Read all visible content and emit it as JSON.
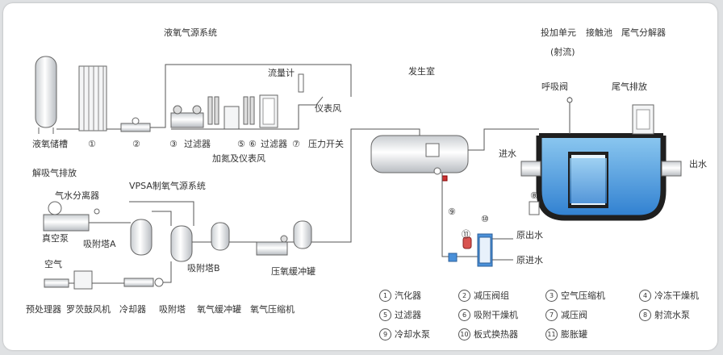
{
  "labels": {
    "lox_system": "液氧气源系统",
    "lox_tank": "液氧储槽",
    "n1": "①",
    "n2": "②",
    "n3": "③",
    "filter_a": "过滤器",
    "n5": "⑤",
    "n6": "⑥",
    "filter_b": "过滤器",
    "n7": "⑦",
    "pressure_switch": "压力开关",
    "flowmeter": "流量计",
    "instrument_air": "仪表风",
    "nitrogen_air": "加氮及仪表风",
    "generator_room": "发生室",
    "dosing_unit": "投加单元",
    "contact_tank": "接触池",
    "off_gas_destructor": "尾气分解器",
    "jet_flow": "(射流)",
    "breather_valve": "呼吸阀",
    "off_gas_exhaust": "尾气排放",
    "water_in": "进水",
    "water_out": "出水",
    "n8": "⑧",
    "n9": "⑨",
    "n10": "⑩",
    "n11": "⑪",
    "raw_water_out": "原出水",
    "raw_water_in": "原进水",
    "desorb_exhaust": "解吸气排放",
    "water_separator": "气水分离器",
    "vpsa_system": "VPSA制氧气源系统",
    "vacuum_pump": "真空泵",
    "adsorber_a": "吸附塔A",
    "adsorber_b": "吸附塔B",
    "o2_buffer_tank": "压氧缓冲罐",
    "air": "空气",
    "pretreater": "预处理器",
    "roots_blower": "罗茨鼓风机",
    "cooler": "冷却器",
    "adsorber": "吸附塔",
    "o2_buffer": "氧气缓冲罐",
    "o2_compressor": "氧气压缩机"
  },
  "legend": [
    {
      "num": "1",
      "text": "汽化器"
    },
    {
      "num": "2",
      "text": "减压阀组"
    },
    {
      "num": "3",
      "text": "空气压缩机"
    },
    {
      "num": "4",
      "text": "冷冻干燥机"
    },
    {
      "num": "5",
      "text": "过滤器"
    },
    {
      "num": "6",
      "text": "吸附干燥机"
    },
    {
      "num": "7",
      "text": "减压阀"
    },
    {
      "num": "8",
      "text": "射流水泵"
    },
    {
      "num": "9",
      "text": "冷却水泵"
    },
    {
      "num": "10",
      "text": "板式换热器"
    },
    {
      "num": "11",
      "text": "膨胀罐"
    }
  ],
  "colors": {
    "line": "#555555",
    "equipment_fill": "#eef0f2",
    "water": "#4a90d9",
    "water_light": "#a8d4f2",
    "tank_wall": "#1f1f1f"
  }
}
